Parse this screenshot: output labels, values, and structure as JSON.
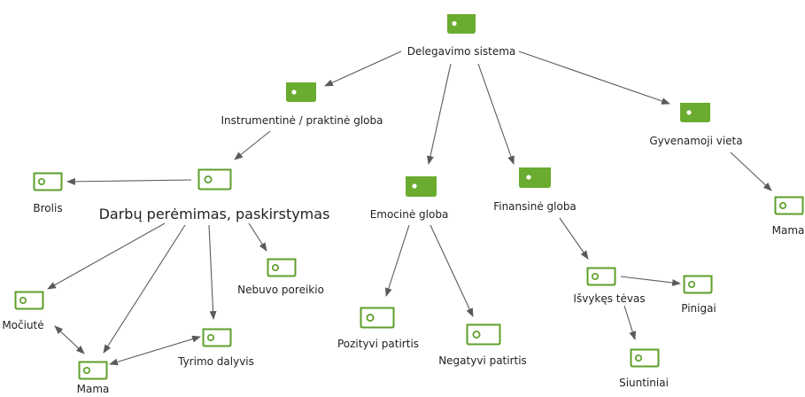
{
  "colors": {
    "icon_green": "#6aac2f",
    "icon_stroke": "#5e9f2a",
    "edge": "#5a5a5a",
    "text": "#222222"
  },
  "nodes": {
    "delegavimo_sistema": {
      "label": "Delegavimo sistema",
      "icon": "filled-code-icon"
    },
    "instrumentine": {
      "label": "Instrumentinė / praktinė globa",
      "icon": "filled-code-icon"
    },
    "emocine": {
      "label": "Emocinė globa",
      "icon": "filled-code-icon"
    },
    "finansine": {
      "label": "Finansinė globa",
      "icon": "filled-code-icon"
    },
    "gyvenamoji": {
      "label": "Gyvenamoji vieta",
      "icon": "filled-code-icon"
    },
    "darbu": {
      "label": "Darbų perėmimas, paskirstymas",
      "icon": "outline-code-icon"
    },
    "brolis": {
      "label": "Brolis",
      "icon": "outline-code-icon"
    },
    "nebuvo": {
      "label": "Nebuvo poreikio",
      "icon": "outline-code-icon"
    },
    "mociute": {
      "label": "Močiutė",
      "icon": "outline-code-icon"
    },
    "mama_left": {
      "label": "Mama",
      "icon": "outline-code-icon"
    },
    "tyrimo": {
      "label": "Tyrimo dalyvis",
      "icon": "outline-code-icon"
    },
    "pozityvi": {
      "label": "Pozityvi patirtis",
      "icon": "outline-code-icon"
    },
    "negatyvi": {
      "label": "Negatyvi patirtis",
      "icon": "outline-code-icon"
    },
    "isvykes": {
      "label": "Išvykęs tėvas",
      "icon": "outline-code-icon"
    },
    "pinigai": {
      "label": "Pinigai",
      "icon": "outline-code-icon"
    },
    "siuntiniai": {
      "label": "Siuntiniai",
      "icon": "outline-code-icon"
    },
    "mama_right": {
      "label": "Mama",
      "icon": "outline-code-icon"
    }
  },
  "edges": [
    {
      "from": "delegavimo_sistema",
      "to": "instrumentine"
    },
    {
      "from": "delegavimo_sistema",
      "to": "emocine"
    },
    {
      "from": "delegavimo_sistema",
      "to": "finansine"
    },
    {
      "from": "delegavimo_sistema",
      "to": "gyvenamoji"
    },
    {
      "from": "instrumentine",
      "to": "darbu"
    },
    {
      "from": "darbu",
      "to": "brolis"
    },
    {
      "from": "darbu",
      "to": "nebuvo"
    },
    {
      "from": "darbu",
      "to": "mociute"
    },
    {
      "from": "darbu",
      "to": "mama_left"
    },
    {
      "from": "darbu",
      "to": "tyrimo"
    },
    {
      "from": "mociute",
      "to": "mama_left",
      "bidirectional": true
    },
    {
      "from": "mama_left",
      "to": "tyrimo",
      "bidirectional": true
    },
    {
      "from": "emocine",
      "to": "pozityvi"
    },
    {
      "from": "emocine",
      "to": "negatyvi"
    },
    {
      "from": "finansine",
      "to": "isvykes"
    },
    {
      "from": "isvykes",
      "to": "pinigai"
    },
    {
      "from": "isvykes",
      "to": "siuntiniai"
    },
    {
      "from": "gyvenamoji",
      "to": "mama_right"
    }
  ]
}
